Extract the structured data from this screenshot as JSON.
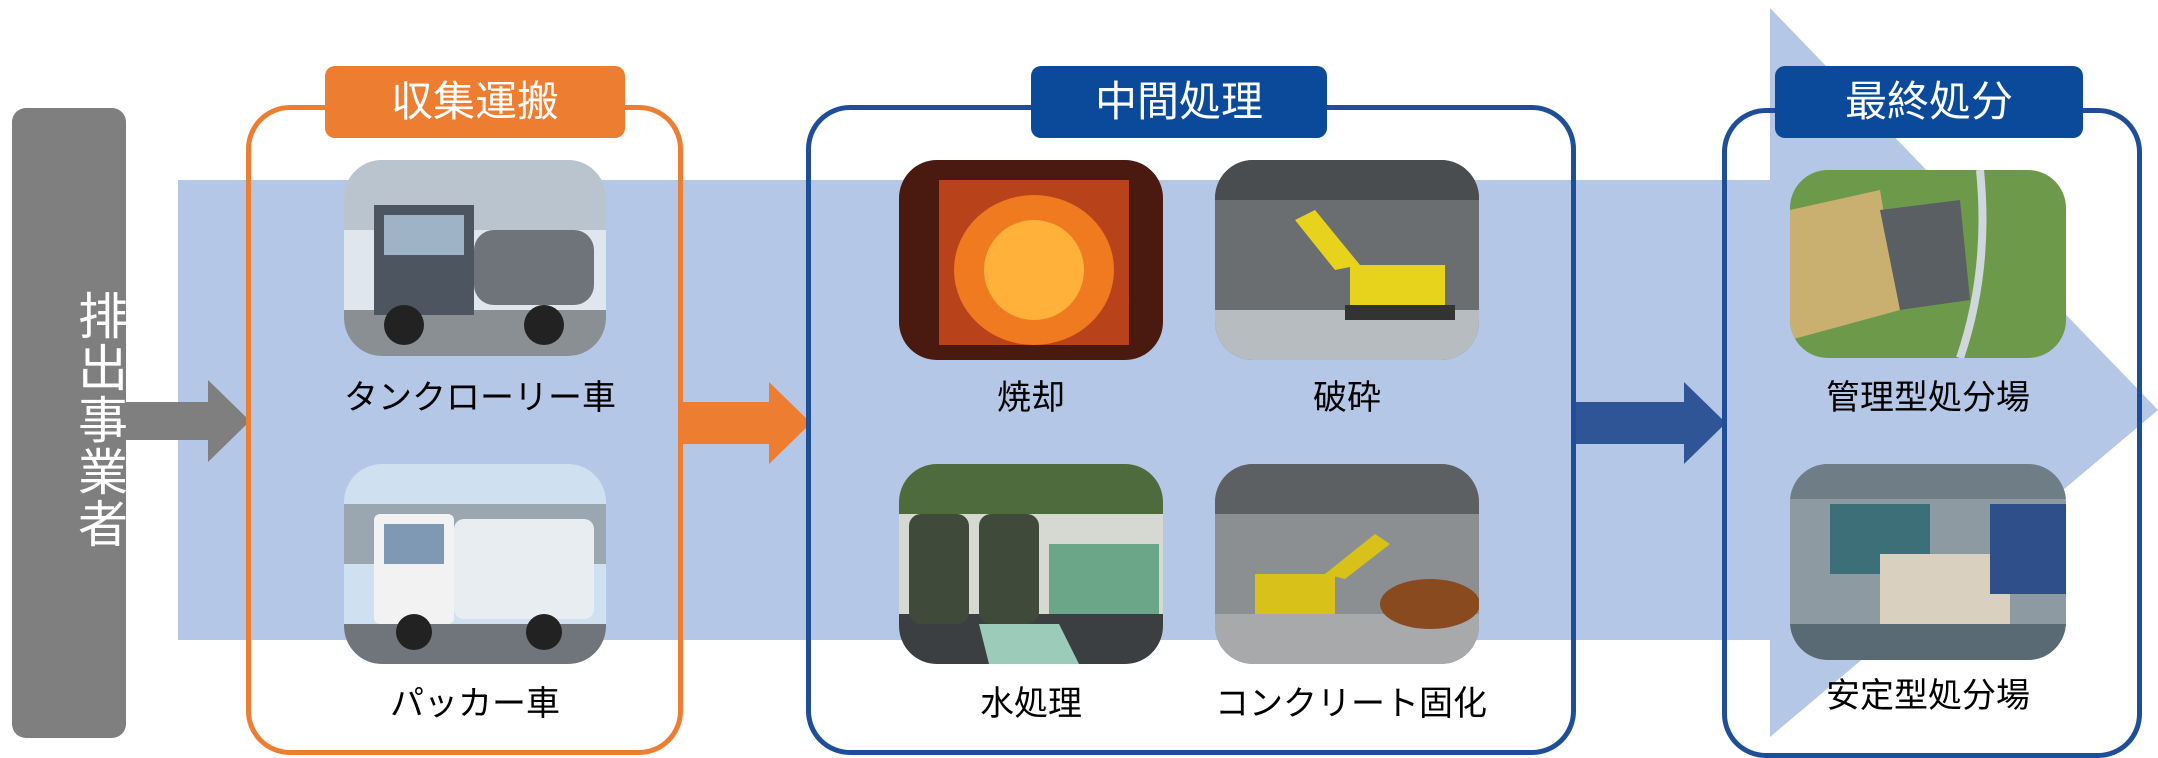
{
  "emitter": {
    "label": "排出事業者"
  },
  "groups": {
    "collection": {
      "title": "収集運搬",
      "color": "#ed7d31",
      "items": [
        {
          "label": "タンクローリー車"
        },
        {
          "label": "パッカー車"
        }
      ]
    },
    "intermediate": {
      "title": "中間処理",
      "color": "#0b4a9a",
      "items": [
        {
          "label": "焼却"
        },
        {
          "label": "破砕"
        },
        {
          "label": "水処理"
        },
        {
          "label": "コンクリート固化"
        }
      ]
    },
    "final": {
      "title": "最終処分",
      "color": "#0b4a9a",
      "items": [
        {
          "label": "管理型処分場"
        },
        {
          "label": "安定型処分場"
        }
      ]
    }
  },
  "colors": {
    "band": "#b4c7e7",
    "emitter": "#7f7f7f",
    "arrow_gray": "#7f7f7f",
    "arrow_orange": "#ed7d31",
    "arrow_blue": "#2f5597"
  }
}
